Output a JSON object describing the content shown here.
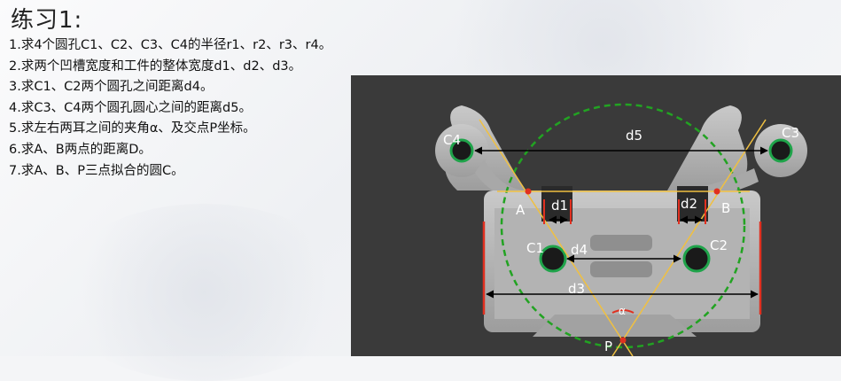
{
  "slide": {
    "title": "练习1:",
    "tasks": [
      "1.求4个圆孔C1、C2、C3、C4的半径r1、r2、r3、r4。",
      "2.求两个凹槽宽度和工件的整体宽度d1、d2、d3。",
      "3.求C1、C2两个圆孔之间距离d4。",
      "4.求C3、C4两个圆孔圆心之间的距离d5。",
      "5.求左右两耳之间的夹角α、及交点P坐标。",
      "6.求A、B两点的距离D。",
      "7.求A、B、P三点拟合的圆C。"
    ]
  },
  "figure": {
    "labels": {
      "c1": "C1",
      "c2": "C2",
      "c3": "C3",
      "c4": "C4",
      "d1": "d1",
      "d2": "d2",
      "d3": "d3",
      "d4": "d4",
      "d5": "d5",
      "a": "A",
      "b": "B",
      "p": "P",
      "alpha": "α"
    },
    "colors": {
      "background": "#3a3a3a",
      "part": "#b9b9b9",
      "guide_lines": "#f0c040",
      "fit_circle": "#22a322",
      "hole_ring": "#1fa34a",
      "edge_marks": "#e03020",
      "dimension_arrows": "#000000"
    }
  }
}
